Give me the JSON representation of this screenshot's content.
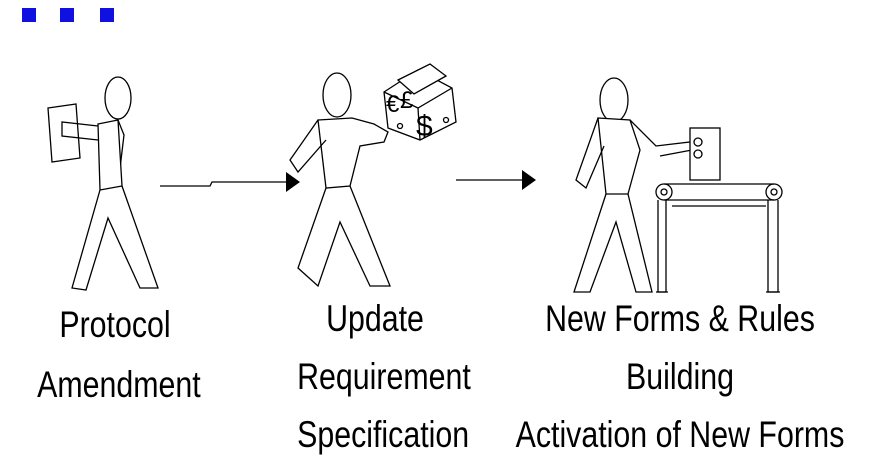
{
  "bullets": [
    "square",
    "square",
    "square"
  ],
  "colors": {
    "bullet": "#1010e0",
    "ink": "#000000",
    "background": "#ffffff"
  },
  "steps": [
    {
      "lines": [
        "Protocol",
        "Amendment"
      ]
    },
    {
      "lines": [
        "Update",
        "Requirement",
        "Specification"
      ]
    },
    {
      "lines": [
        "New Forms & Rules",
        "Building",
        "Activation of New Forms"
      ]
    }
  ],
  "icons": {
    "step1": "person-carrying-document-icon",
    "step2": "person-carrying-money-cube-icon",
    "step3": "person-operating-conveyor-machine-icon",
    "arrows": "right-arrow-icon"
  }
}
